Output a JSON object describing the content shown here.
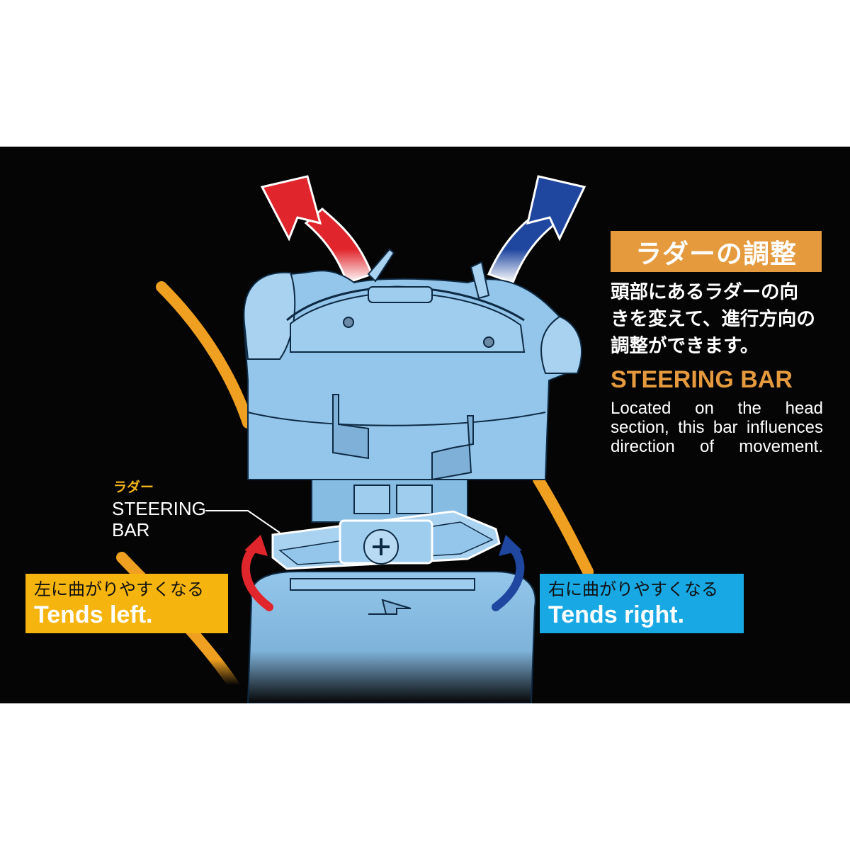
{
  "title_jp": "ラダーの調整",
  "desc_jp": [
    "頭部にあるラダーの向",
    "きを変えて、進行方向の",
    "調整ができます。"
  ],
  "title_en": "STEERING BAR",
  "desc_en": [
    "Located on the head",
    "section, this bar influences",
    "direction of movement."
  ],
  "rudder_label_jp": "ラダー",
  "rudder_label_en_1": "STEERING",
  "rudder_label_en_2": "BAR",
  "left_label_jp": "左に曲がりやすくなる",
  "left_label_en": "Tends left.",
  "right_label_jp": "右に曲がりやすくなる",
  "right_label_en": "Tends right.",
  "colors": {
    "background": "#050505",
    "accent_orange": "#e59a3e",
    "left_box": "#f6b40f",
    "right_box": "#18a8e4",
    "robot_blue": "#93c6ea",
    "arrow_red": "#e0262c",
    "arrow_blue": "#1f47a0",
    "track_orange": "#f0a020"
  }
}
